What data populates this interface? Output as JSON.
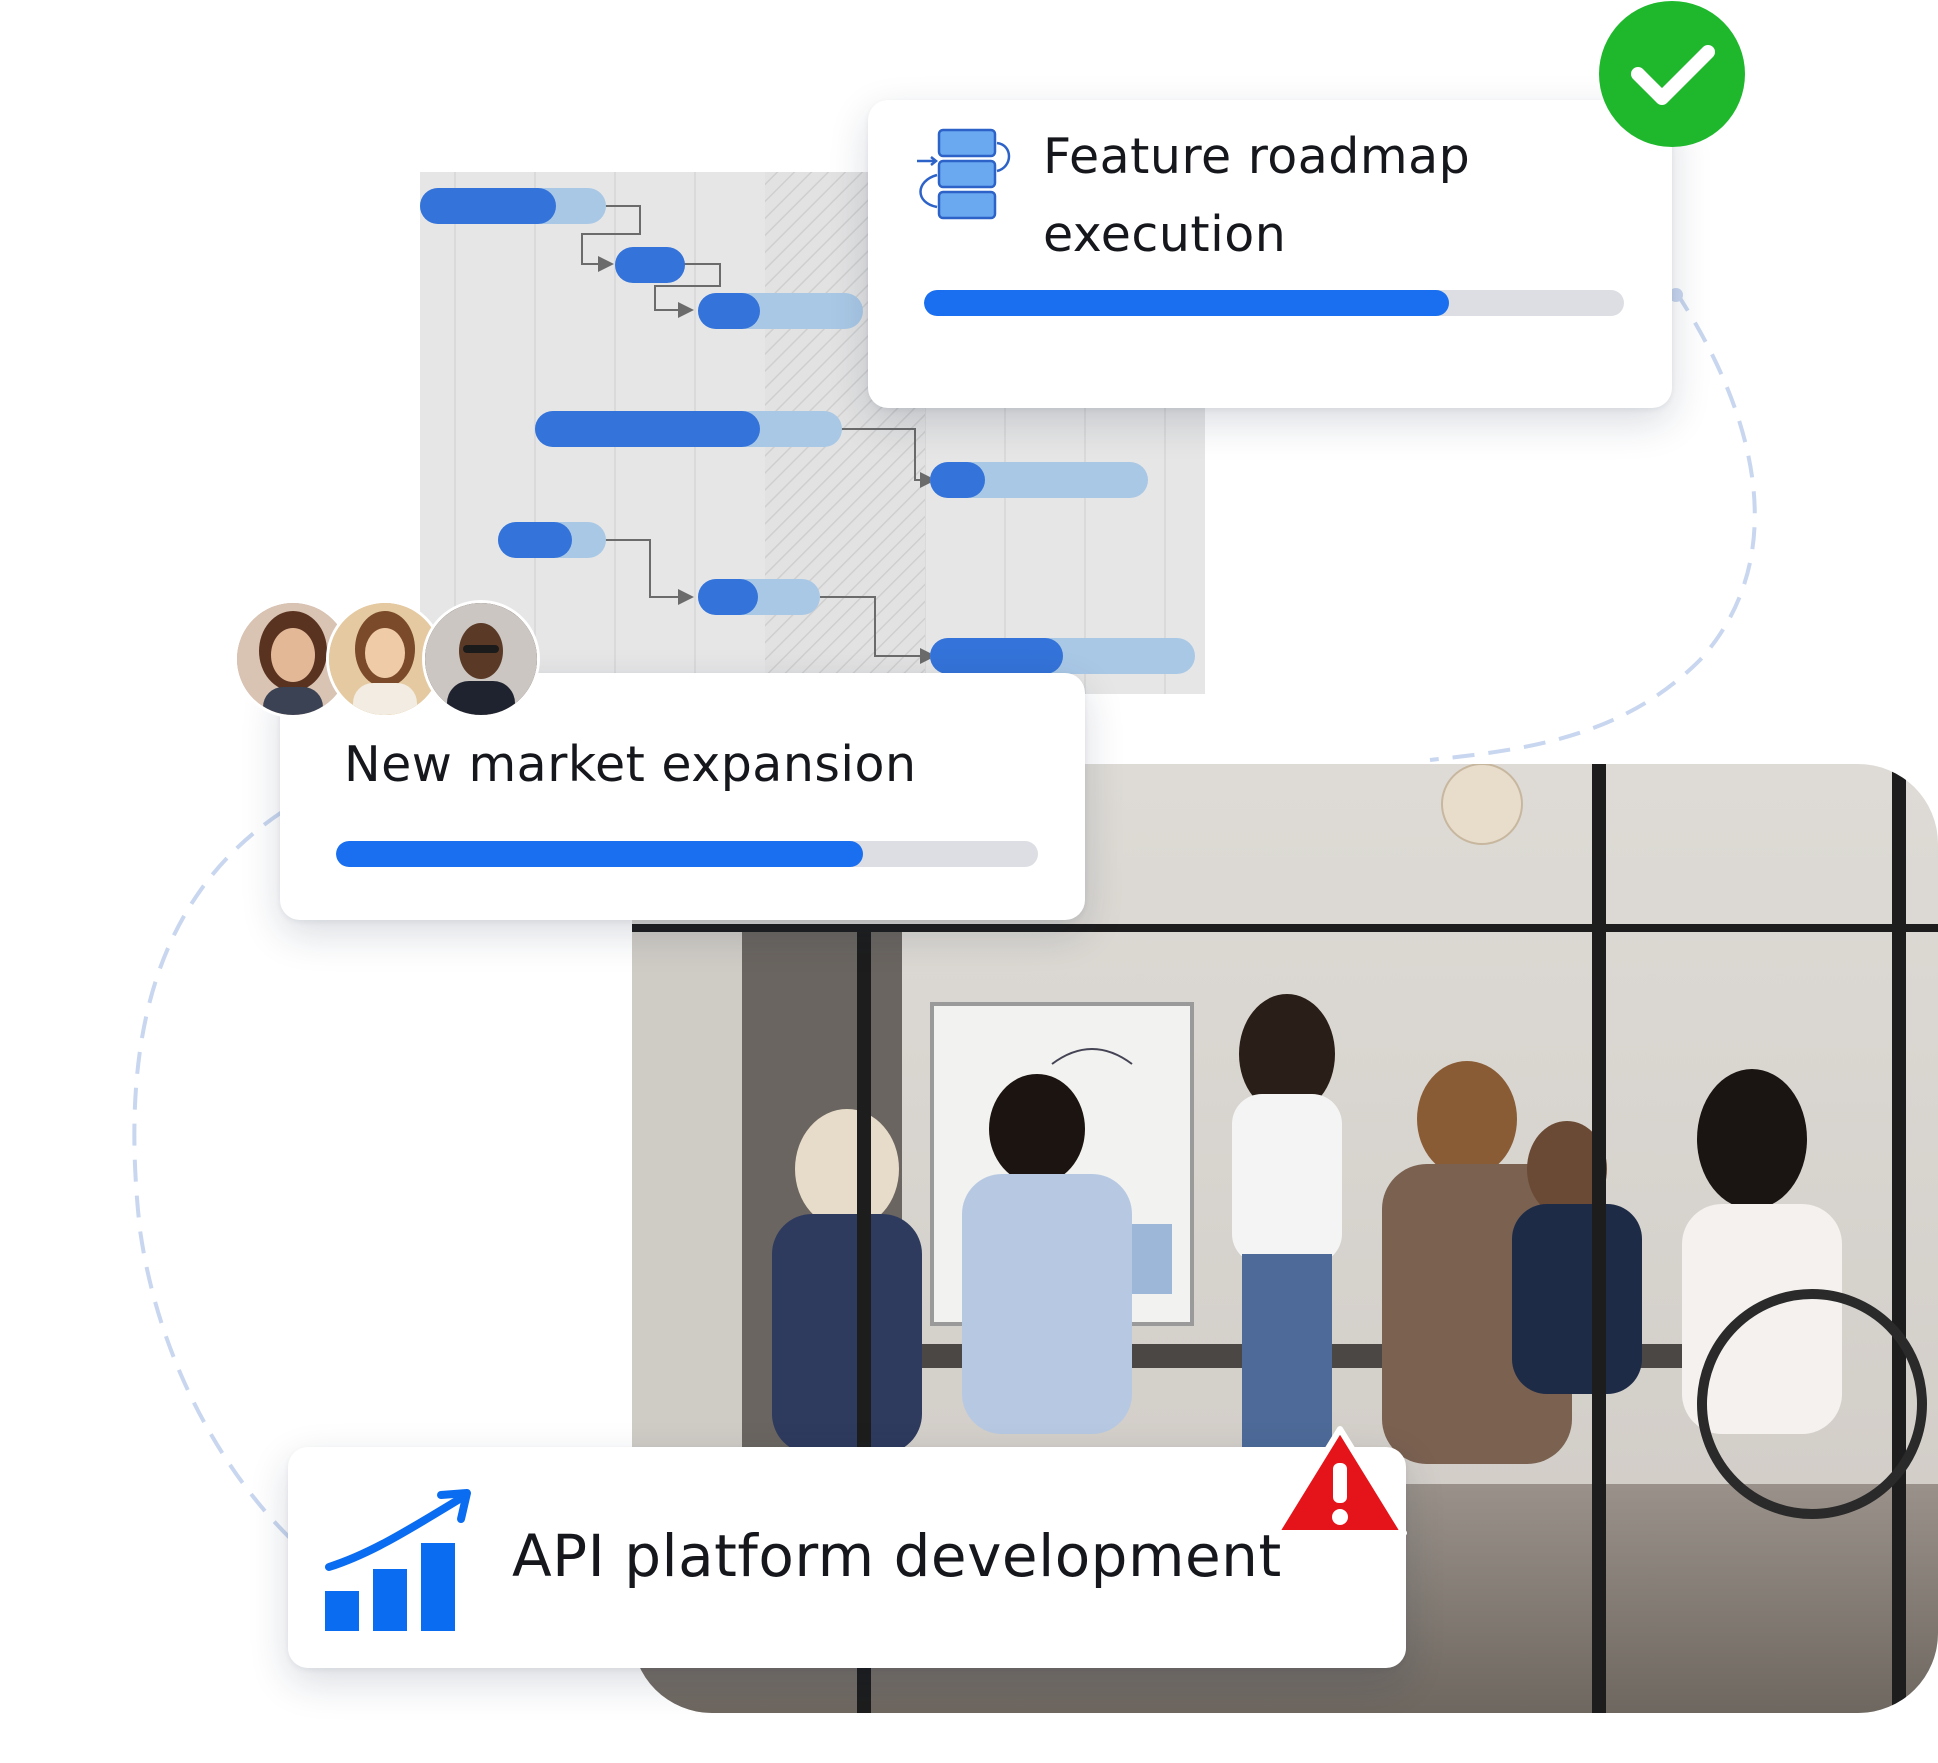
{
  "cards": {
    "roadmap": {
      "title": "Feature roadmap execution",
      "progress": 0.75,
      "icon": "workflow-layers-icon",
      "status_icon": "check-circle-icon",
      "status_color": "#1fb82d"
    },
    "market": {
      "title": "New market expansion",
      "progress": 0.75,
      "avatars": [
        "team-member-avatar-1",
        "team-member-avatar-2",
        "team-member-avatar-3"
      ]
    },
    "api": {
      "title": "API platform development",
      "icon": "growth-chart-icon",
      "status_icon": "warning-triangle-icon",
      "status_color": "#e5141b"
    }
  },
  "colors": {
    "accent": "#1a6ff0",
    "track": "#dcdee3",
    "gantt_dark": "#3473d9",
    "gantt_light": "#a9c8e6",
    "connector": "#c8d6ef"
  },
  "photo": {
    "subject": "team-meeting-photo"
  }
}
